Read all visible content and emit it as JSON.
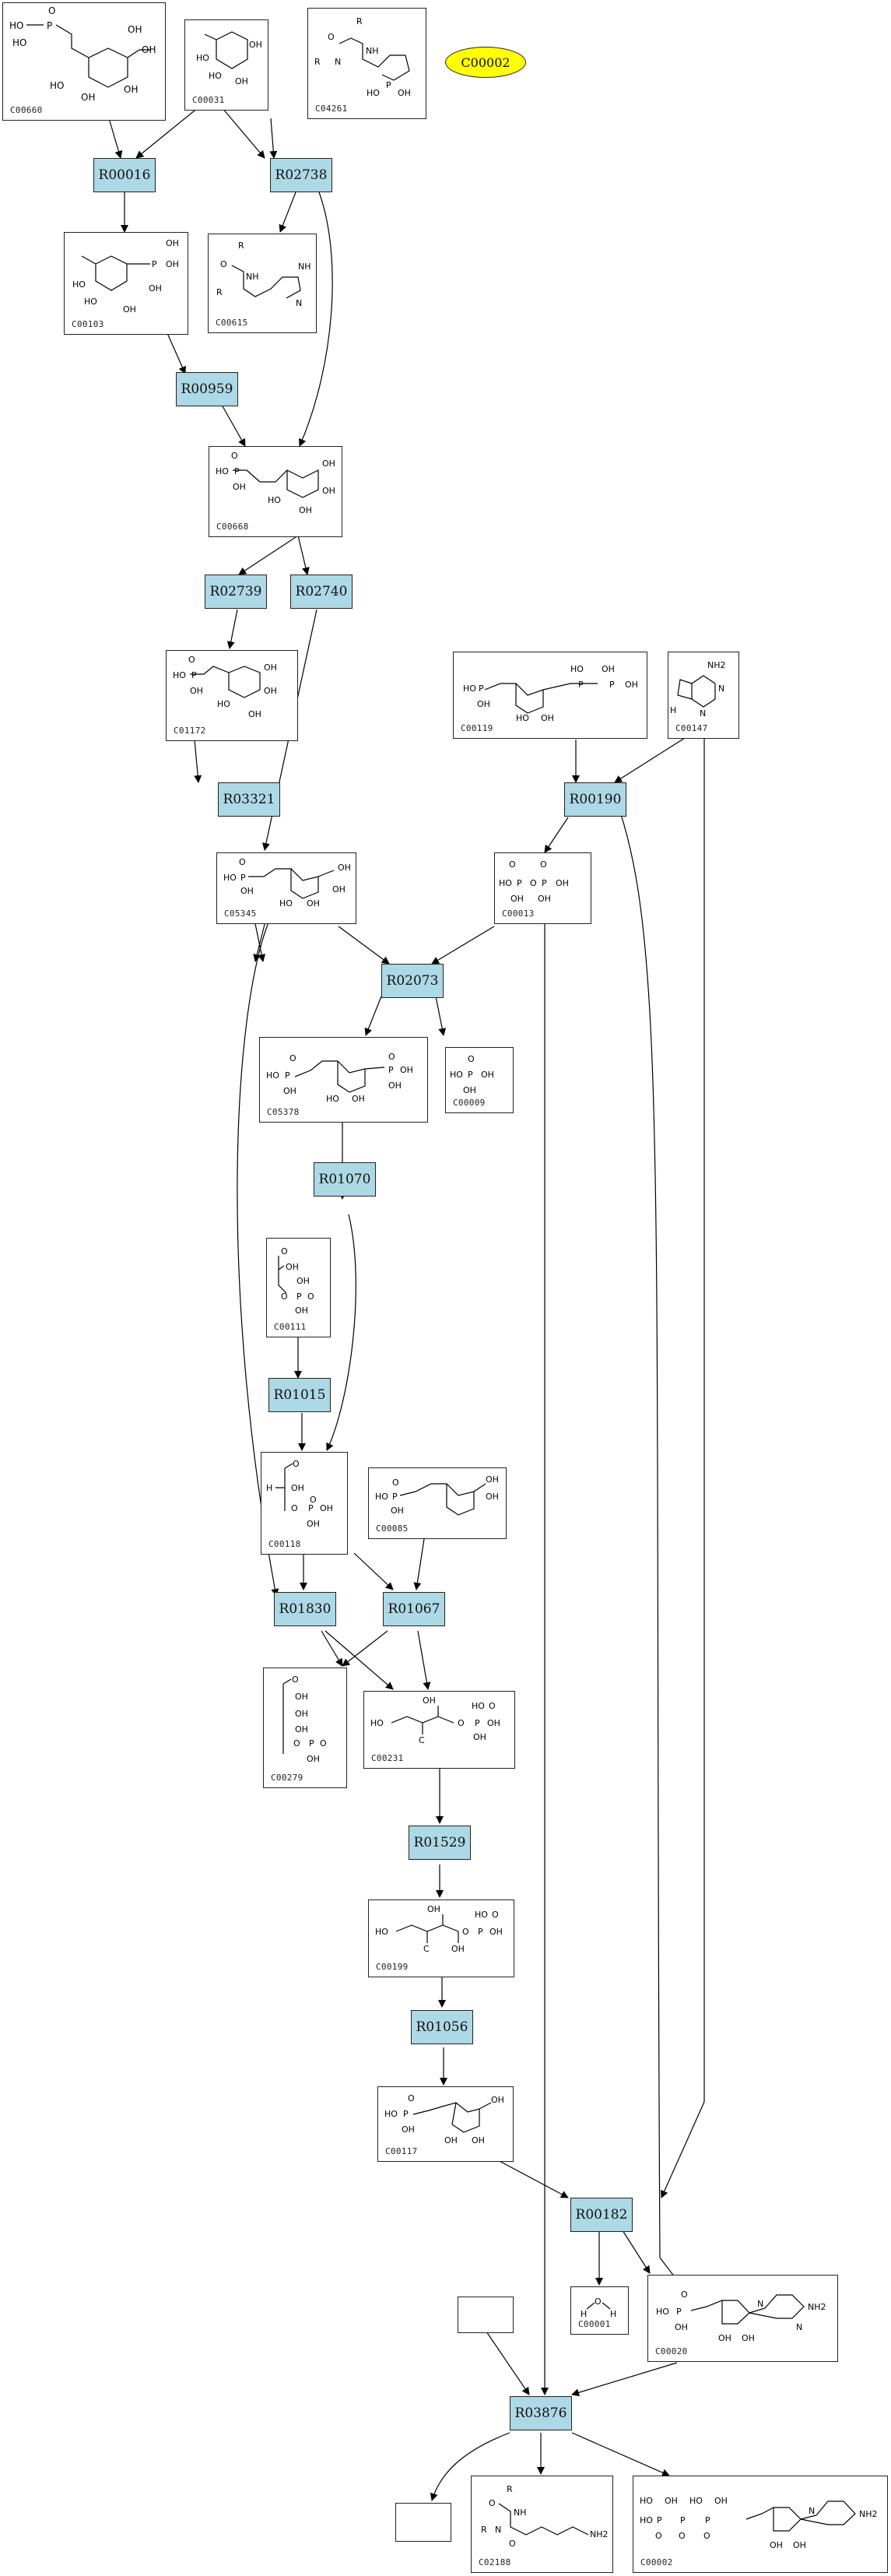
{
  "compounds": {
    "c00660": "C00660",
    "c00031": "C00031",
    "c04261": "C04261",
    "c00103": "C00103",
    "c00615": "C00615",
    "c00668": "C00668",
    "c01172": "C01172",
    "c00119": "C00119",
    "c00147": "C00147",
    "c05345": "C05345",
    "c00013": "C00013",
    "c05378": "C05378",
    "c00009": "C00009",
    "c00111": "C00111",
    "c00118": "C00118",
    "c00085": "C00085",
    "c00279": "C00279",
    "c00231": "C00231",
    "c00199": "C00199",
    "c00117": "C00117",
    "c00001": "C00001",
    "c00020": "C00020",
    "c02188": "C02188",
    "c00002": "C00002"
  },
  "highlight": {
    "label": "C00002",
    "color": "#ffff00"
  },
  "reactions": {
    "r00016": "R00016",
    "r02738": "R02738",
    "r00959": "R00959",
    "r02739": "R02739",
    "r02740": "R02740",
    "r03321": "R03321",
    "r00190": "R00190",
    "r02073": "R02073",
    "r01070": "R01070",
    "r01015": "R01015",
    "r01830": "R01830",
    "r01067": "R01067",
    "r01529": "R01529",
    "r01056": "R01056",
    "r00182": "R00182",
    "r03876": "R03876"
  },
  "colors": {
    "reaction_fill": "#add8e6",
    "border": "#222222"
  },
  "atoms": {
    "ho": "HO",
    "oh": "OH",
    "o": "O",
    "p": "P",
    "n": "N",
    "nh": "NH",
    "nh2": "NH2",
    "r": "R",
    "h": "H",
    "c": "C"
  }
}
